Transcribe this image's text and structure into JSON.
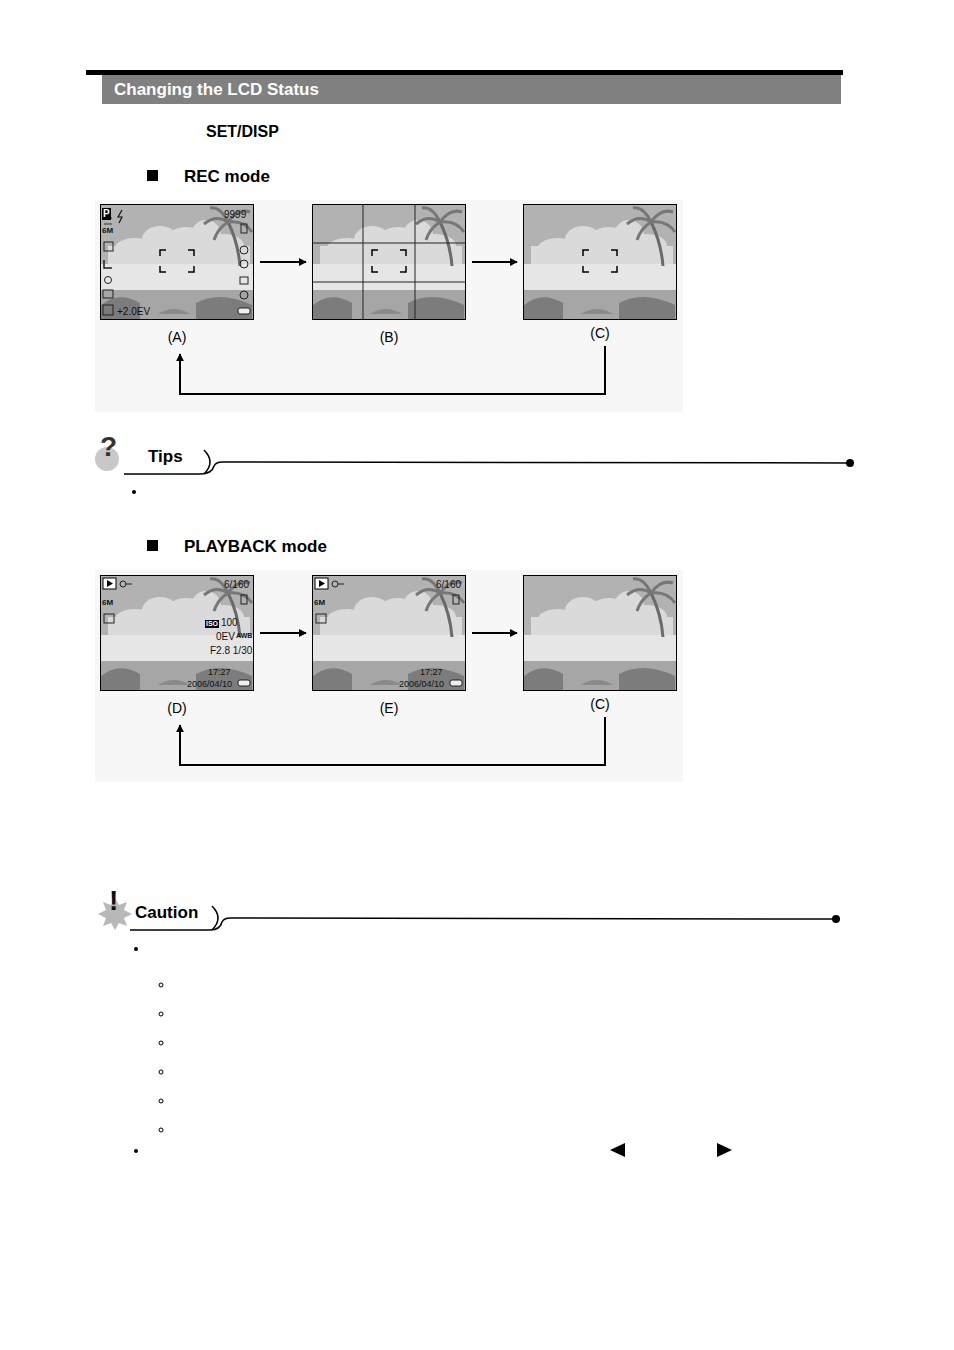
{
  "diagram": {
    "title": "Changing the LCD Status",
    "nodes": [
      {
        "text": [
          "(A)"
        ]
      },
      {
        "text": [
          "(B)"
        ]
      },
      {
        "text": [
          "(C)"
        ]
      },
      {
        "text": [
          "(D)"
        ]
      },
      {
        "text": [
          "(E)"
        ]
      },
      {
        "text": [
          "(C)"
        ]
      }
    ],
    "edges": [
      {
        "from": 0,
        "to": 1,
        "arrow": "to"
      },
      {
        "from": 1,
        "to": 2,
        "arrow": "to"
      },
      {
        "from": 2,
        "to": 0,
        "arrow": "to"
      },
      {
        "from": 3,
        "to": 4,
        "arrow": "to"
      },
      {
        "from": 4,
        "to": 5,
        "arrow": "to"
      },
      {
        "from": 5,
        "to": 3,
        "arrow": "to"
      }
    ],
    "labels": [
      "SET/DISP",
      "REC mode",
      "P",
      "6M",
      "9999",
      "+2.0EV",
      "?",
      "Tips",
      "PLAYBACK mode",
      "6M",
      "6/160",
      "ISO",
      "100",
      "0EV",
      "AWB",
      "F2.8 1/30",
      "17:27",
      "2006/04/10",
      "6M",
      "6/160",
      "17:27",
      "2006/04/10",
      "!",
      "Caution"
    ]
  }
}
